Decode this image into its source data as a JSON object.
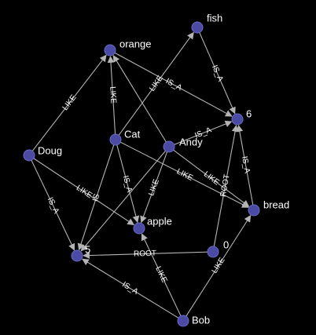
{
  "graph": {
    "nodes": [
      {
        "id": "fish",
        "label": "fish"
      },
      {
        "id": "orange",
        "label": "orange"
      },
      {
        "id": "six",
        "label": "6"
      },
      {
        "id": "cat",
        "label": "Cat"
      },
      {
        "id": "andy",
        "label": "Andy"
      },
      {
        "id": "doug",
        "label": "Doug"
      },
      {
        "id": "bread",
        "label": "bread"
      },
      {
        "id": "apple",
        "label": "apple"
      },
      {
        "id": "five",
        "label": "5"
      },
      {
        "id": "zero",
        "label": "0"
      },
      {
        "id": "bob",
        "label": "Bob"
      }
    ],
    "edges": [
      {
        "from": "doug",
        "to": "orange",
        "label": "LIKE"
      },
      {
        "from": "doug",
        "to": "five",
        "label": "IS_A"
      },
      {
        "from": "doug",
        "to": "apple",
        "label": "LIKE"
      },
      {
        "from": "cat",
        "to": "orange",
        "label": "LIKE"
      },
      {
        "from": "cat",
        "to": "fish",
        "label": "LIKE"
      },
      {
        "from": "cat",
        "to": "five",
        "label": "IS"
      },
      {
        "from": "cat",
        "to": "apple",
        "label": "IS_A"
      },
      {
        "from": "cat",
        "to": "bread",
        "label": "LIKE"
      },
      {
        "from": "orange",
        "to": "six",
        "label": "IS_A"
      },
      {
        "from": "fish",
        "to": "six",
        "label": "IS_A"
      },
      {
        "from": "andy",
        "to": "orange",
        "label": ""
      },
      {
        "from": "andy",
        "to": "apple",
        "label": "LIKE"
      },
      {
        "from": "andy",
        "to": "six",
        "label": "IS_A"
      },
      {
        "from": "andy",
        "to": "bread",
        "label": "LIKE"
      },
      {
        "from": "andy",
        "to": "five",
        "label": ""
      },
      {
        "from": "bread",
        "to": "six",
        "label": "IS_A"
      },
      {
        "from": "zero",
        "to": "six",
        "label": "ROOT"
      },
      {
        "from": "zero",
        "to": "five",
        "label": "ROOT"
      },
      {
        "from": "bob",
        "to": "five",
        "label": "IS_A"
      },
      {
        "from": "bob",
        "to": "apple",
        "label": "LIKE"
      },
      {
        "from": "bob",
        "to": "bread",
        "label": "LIKE"
      }
    ]
  },
  "colors": {
    "background": "#000000",
    "node_fill": "#4b4ba4",
    "edge": "#b4b4b4",
    "text": "#ffffff"
  }
}
